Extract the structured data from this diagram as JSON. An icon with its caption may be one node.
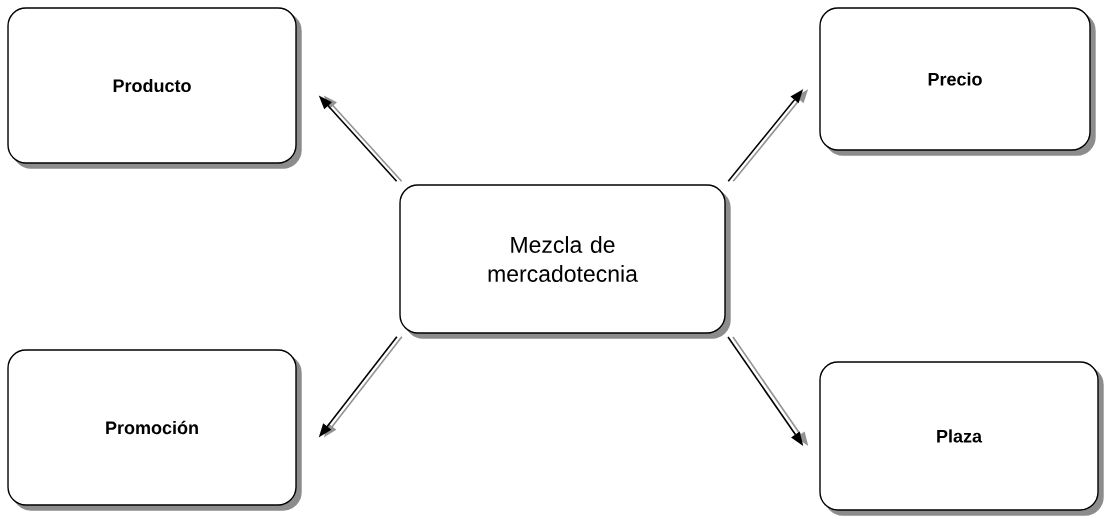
{
  "diagram": {
    "nodes": [
      {
        "text": [
          "Producto"
        ]
      },
      {
        "text": [
          "Precio"
        ]
      },
      {
        "text": [
          "Mezcla de mercadotecnia"
        ]
      },
      {
        "text": [
          "Promoción"
        ]
      },
      {
        "text": [
          "Plaza"
        ]
      }
    ],
    "edges": [
      {
        "from": 2,
        "to": 0,
        "arrow": "to"
      },
      {
        "from": 2,
        "to": 1,
        "arrow": "to"
      },
      {
        "from": 2,
        "to": 3,
        "arrow": "to"
      },
      {
        "from": 2,
        "to": 4,
        "arrow": "to"
      }
    ]
  }
}
